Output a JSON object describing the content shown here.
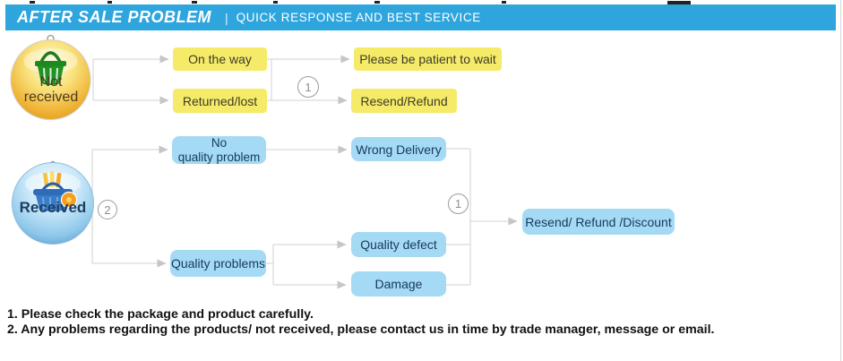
{
  "header": {
    "title": "AFTER SALE PROBLEM",
    "separator": "|",
    "subtitle": "QUICK RESPONSE AND BEST SERVICE"
  },
  "colors": {
    "header_bg": "#2FA5DE",
    "yellow_box": "#F6EB69",
    "blue_box": "#A4DAF4",
    "connector_line": "#DBDBDB",
    "arrowhead": "#C6C6C6",
    "yellow_box_text": "#3C3C28",
    "blue_box_text": "#17395D"
  },
  "icons": {
    "not_received": "gold-shopping-basket-badge",
    "received": "blue-shopping-basket-badge"
  },
  "nodes": {
    "not_received_label": "Not\nreceived",
    "received_label": "Received",
    "on_the_way": "On the way",
    "returned_lost": "Returned/lost",
    "please_wait": "Please be patient to wait",
    "resend_refund": "Resend/Refund",
    "no_quality_problem": "No\nquality problem",
    "quality_problems": "Quality problems",
    "wrong_delivery": "Wrong Delivery",
    "quality_defect": "Quality defect",
    "damage": "Damage",
    "resend_refund_discount": "Resend/ Refund /Discount"
  },
  "markers": {
    "top": "1",
    "left": "2",
    "right": "1"
  },
  "notes": [
    "1. Please check the package and product carefully.",
    "2. Any problems regarding the products/ not received, please contact us in time by trade manager, message or email."
  ]
}
